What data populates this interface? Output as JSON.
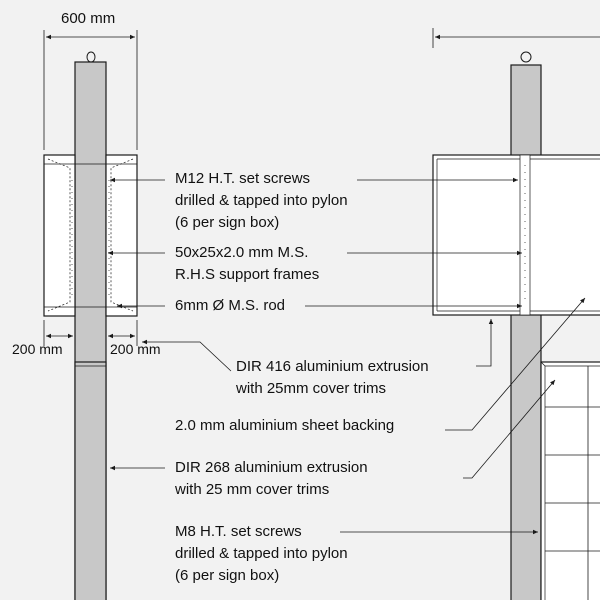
{
  "dimensions": {
    "top_width": "600 mm",
    "left_offset": "200 mm",
    "right_offset": "200 mm"
  },
  "callouts": {
    "set_screws_m12": [
      "M12 H.T. set screws",
      "drilled & tapped into pylon",
      "(6 per sign box)"
    ],
    "rhs_frames": [
      "50x25x2.0 mm M.S.",
      "R.H.S support frames"
    ],
    "rod": [
      "6mm Ø M.S. rod"
    ],
    "dir416": [
      "DIR 416 aluminium extrusion",
      "with 25mm cover trims"
    ],
    "sheet_backing": [
      "2.0 mm aluminium sheet backing"
    ],
    "dir268": [
      "DIR 268 aluminium extrusion",
      "with 25 mm cover trims"
    ],
    "set_screws_m8": [
      "M8 H.T. set screws",
      "drilled & tapped into pylon",
      "(6 per sign box)"
    ]
  },
  "colors": {
    "pylon_fill": "#c8c8c8",
    "line": "#1a1a1a",
    "panel_fill": "#ffffff",
    "background": "#f2f2f2"
  }
}
